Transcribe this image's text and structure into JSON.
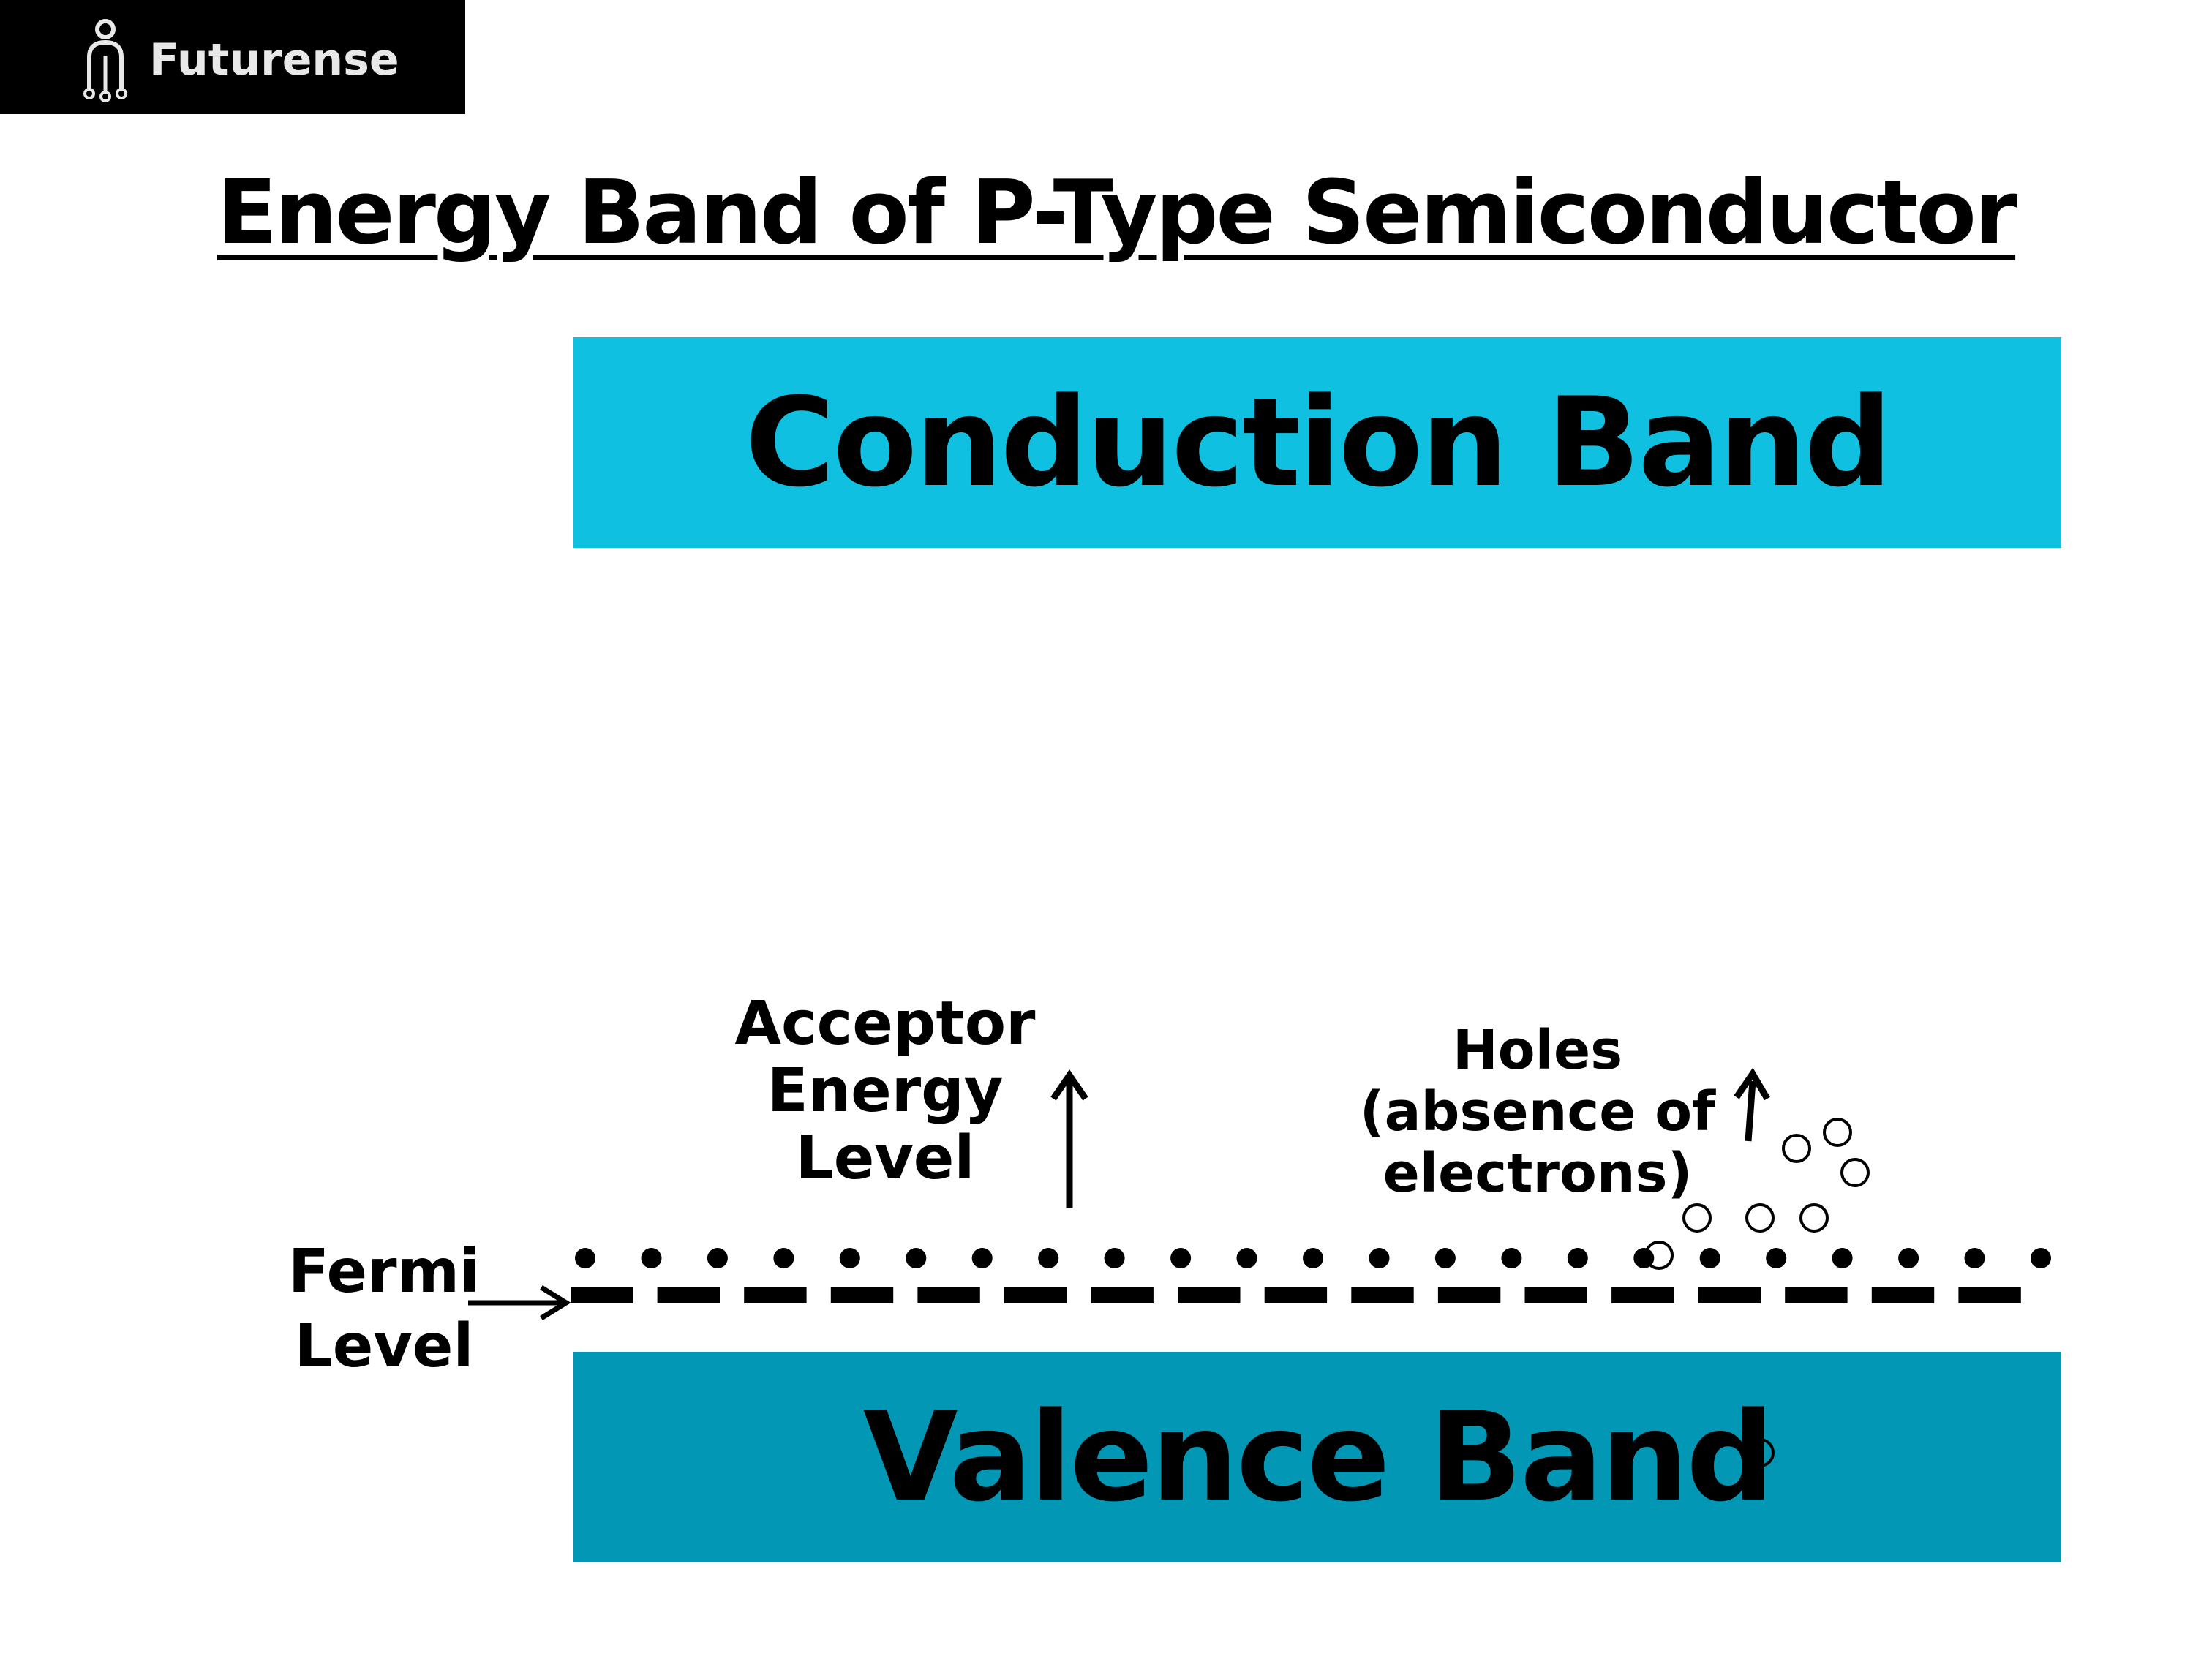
{
  "brand": {
    "name": "Futurense",
    "logo_icon": "person-circuit-icon",
    "bar_color": "#000000"
  },
  "title": "Energy Band of P-Type Semiconductor",
  "conduction_band": {
    "label": "Conduction Band",
    "color": "#0fc0e0"
  },
  "valence_band": {
    "label": "Valence Band",
    "color": "#0297b4"
  },
  "acceptor_label": [
    "Acceptor",
    "Energy",
    "Level"
  ],
  "holes_label": [
    "Holes",
    "(absence of",
    "electrons)"
  ],
  "fermi_label": [
    "Fermi",
    "Level"
  ],
  "icons": {
    "arrow_up": "arrow-up-icon",
    "arrow_right": "arrow-right-icon",
    "hole": "hole-circle-icon",
    "electron": "electron-dot-icon"
  }
}
